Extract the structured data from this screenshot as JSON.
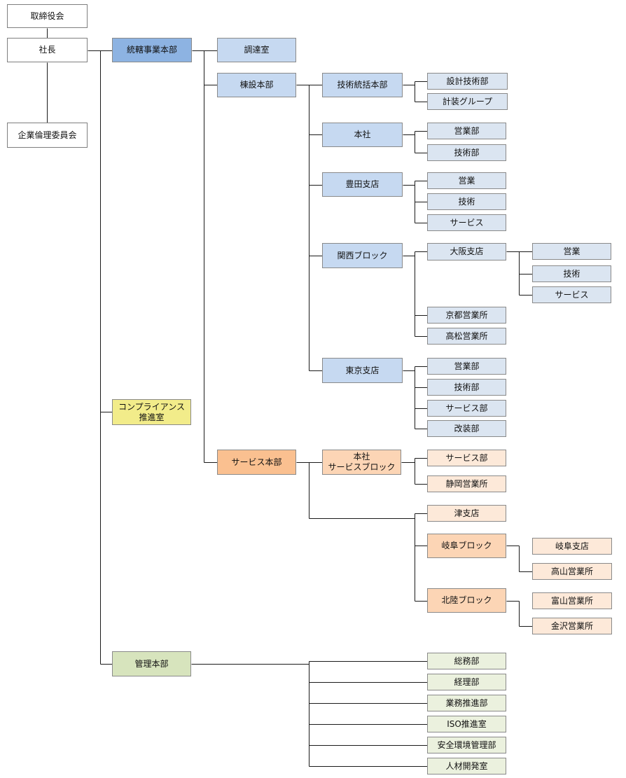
{
  "nodes": {
    "board": "取締役会",
    "president": "社長",
    "ethics": "企業倫理委員会",
    "div_hq": "統轄事業本部",
    "compliance": "コンプライアンス\n推進室",
    "mgmt": "管理本部",
    "procure": "調達室",
    "construct": "棟設本部",
    "service_hq": "サービス本部",
    "tech_hq": "技術統括本部",
    "design_tech": "設計技術部",
    "instrument_grp": "計装グループ",
    "head_office": "本社",
    "ho_sales": "営業部",
    "ho_tech": "技術部",
    "toyota": "豊田支店",
    "toyota_sales": "営業",
    "toyota_tech": "技術",
    "toyota_service": "サービス",
    "kansai": "関西ブロック",
    "osaka": "大阪支店",
    "osaka_sales": "営業",
    "osaka_tech": "技術",
    "osaka_service": "サービス",
    "kyoto": "京都営業所",
    "takamatsu": "高松営業所",
    "tokyo": "東京支店",
    "tokyo_sales": "営業部",
    "tokyo_tech": "技術部",
    "tokyo_service": "サービス部",
    "tokyo_renov": "改装部",
    "svc_block": "本社\nサービスブロック",
    "svc_dept": "サービス部",
    "shizuoka": "静岡営業所",
    "tsu": "津支店",
    "gifu_block": "岐阜ブロック",
    "gifu_branch": "岐阜支店",
    "takayama": "高山営業所",
    "hokuriku": "北陸ブロック",
    "toyama": "富山営業所",
    "kanazawa": "金沢営業所",
    "general_affairs": "総務部",
    "accounting": "経理部",
    "ops_promo": "業務推進部",
    "iso": "ISO推進室",
    "safety_env": "安全環境管理部",
    "hr_dev": "人材開発室"
  },
  "colors": {
    "line": "#1a1a1a",
    "blue_dark": "#8db3e2",
    "blue_mid": "#c6d9f1",
    "blue_light": "#dbe5f1",
    "orange_dark": "#fac090",
    "orange_mid": "#fcd5b5",
    "orange_light": "#fde9d9",
    "yellow": "#f2ec8a",
    "green_dark": "#d7e4bd",
    "green_light": "#ebf1de"
  }
}
